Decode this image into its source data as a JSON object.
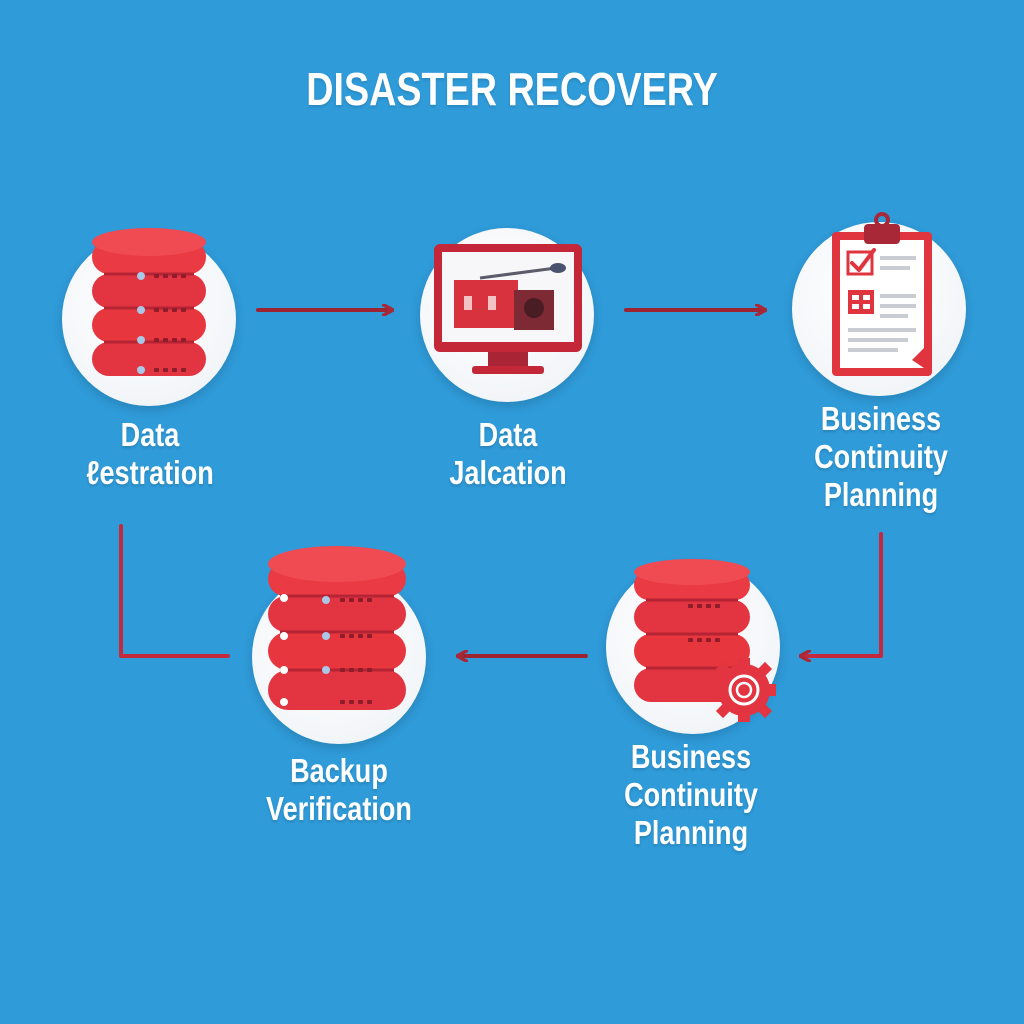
{
  "title": "DISASTER RECOVERY",
  "nodes": [
    {
      "label": "Data\nℓestration",
      "icon": "database-icon"
    },
    {
      "label": "Data\nJalcation",
      "icon": "monitor-icon"
    },
    {
      "label": "Business\nContinuity\nPlanning",
      "icon": "clipboard-checklist-icon"
    },
    {
      "label": "Business\nContinuity\nPlanning",
      "icon": "database-gear-icon"
    },
    {
      "label": "Backup\nVerification",
      "icon": "database-icon"
    }
  ],
  "colors": {
    "background": "#2f9bd9",
    "accent_red": "#e8323f",
    "arrow": "#b52a3a",
    "text": "#ffffff"
  }
}
